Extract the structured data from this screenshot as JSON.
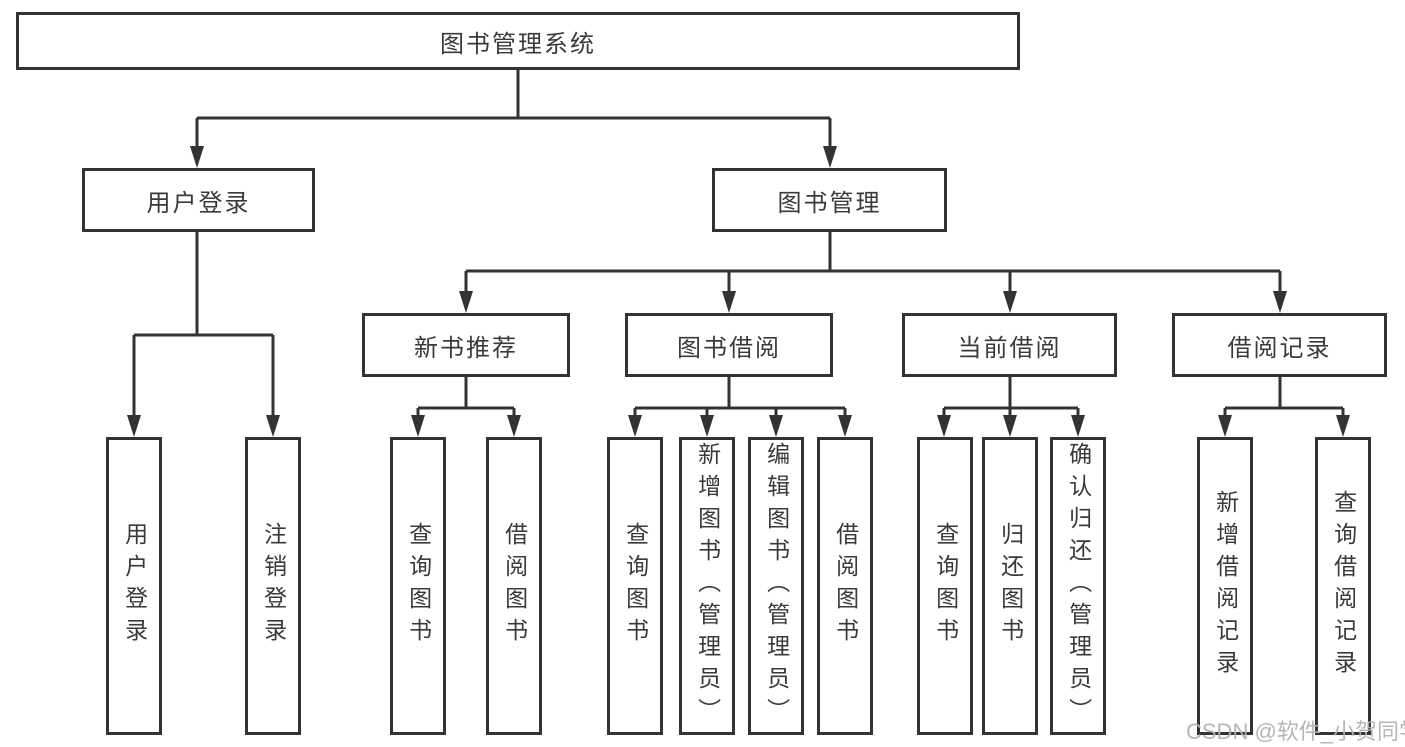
{
  "diagram": {
    "title": "图书管理系统",
    "root": {
      "label": "图书管理系统"
    },
    "level2": [
      {
        "label": "用户登录"
      },
      {
        "label": "图书管理"
      }
    ],
    "level3": [
      {
        "label": "新书推荐"
      },
      {
        "label": "图书借阅"
      },
      {
        "label": "当前借阅"
      },
      {
        "label": "借阅记录"
      }
    ],
    "leaves": [
      {
        "label": "用户登录",
        "parent": "用户登录"
      },
      {
        "label": "注销登录",
        "parent": "用户登录"
      },
      {
        "label": "查询图书",
        "parent": "新书推荐"
      },
      {
        "label": "借阅图书",
        "parent": "新书推荐"
      },
      {
        "label": "查询图书",
        "parent": "图书借阅"
      },
      {
        "label": "新增图书（管理员）",
        "parent": "图书借阅"
      },
      {
        "label": "编辑图书（管理员）",
        "parent": "图书借阅"
      },
      {
        "label": "借阅图书",
        "parent": "图书借阅"
      },
      {
        "label": "查询图书",
        "parent": "当前借阅"
      },
      {
        "label": "归还图书",
        "parent": "当前借阅"
      },
      {
        "label": "确认归还（管理员）",
        "parent": "当前借阅"
      },
      {
        "label": "新增借阅记录",
        "parent": "借阅记录"
      },
      {
        "label": "查询借阅记录",
        "parent": "借阅记录"
      }
    ]
  },
  "watermark": {
    "text": "CSDN @软件_小贺同学",
    "color": "#b3b3b3"
  },
  "colors": {
    "line": "#333333",
    "box_border": "#333333",
    "text": "#3a3a3a",
    "background": "#ffffff"
  }
}
